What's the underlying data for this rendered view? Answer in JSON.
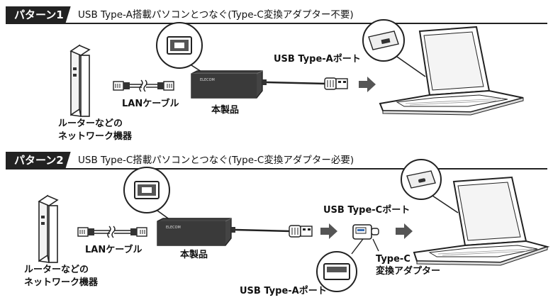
{
  "pattern1": {
    "badge": "パターン1",
    "heading": "USB Type-A搭載パソコンとつなぐ(Type-C変換アダプター不要)",
    "port_label": "USB Type-Aポート",
    "cable_label": "LANケーブル",
    "product_label": "本製品",
    "router_label_1": "ルーターなどの",
    "router_label_2": "ネットワーク機器",
    "product_logo": "ELECOM"
  },
  "pattern2": {
    "badge": "パターン2",
    "heading": "USB Type-C搭載パソコンとつなぐ(Type-C変換アダプター必要)",
    "port_c_label": "USB Type-Cポート",
    "cable_label": "LANケーブル",
    "product_label": "本製品",
    "router_label_1": "ルーターなどの",
    "router_label_2": "ネットワーク機器",
    "adapter_label_1": "Type-C",
    "adapter_label_2": "変換アダプター",
    "port_a_label": "USB Type-Aポート",
    "product_logo": "ELECOM"
  },
  "colors": {
    "ink": "#222222",
    "arrow": "#555555",
    "device": "#3a3a3a"
  }
}
